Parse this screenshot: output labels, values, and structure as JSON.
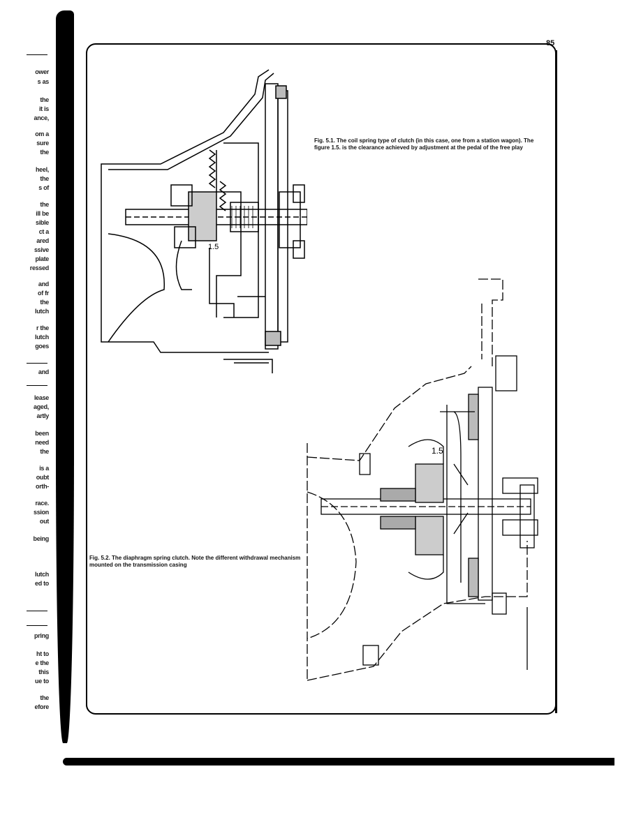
{
  "page": {
    "page_number": "85",
    "gutter_fragments": [
      "ower",
      "s as",
      "the",
      "it is",
      "ance,",
      "om a",
      "sure",
      "the",
      "heel,",
      "the",
      "s of",
      "the",
      "ill be",
      "sible",
      "ct a",
      "ared",
      "ssive",
      "plate",
      "ressed",
      "and",
      "of fr",
      "the",
      "lutch",
      "r the",
      "lutch",
      "goes",
      "and",
      "lease",
      "aged,",
      "artly",
      "been",
      "need",
      "the",
      "is a",
      "oubt",
      "orth-",
      "race.",
      "ssion",
      "out",
      "being",
      "lutch",
      "ed to",
      "pring",
      "ht to",
      "e the",
      "this",
      "ue to",
      "the",
      "efore"
    ],
    "figures": [
      {
        "caption": "Fig. 5.1. The coil spring type of clutch (in this case, one from a station wagon). The figure 1.5. is the clearance achieved by adjustment at the pedal of the free play",
        "callout": "1.5"
      },
      {
        "caption": "Fig. 5.2. The diaphragm spring clutch. Note the different withdrawal mechanism mounted on the transmission casing",
        "callout": "1.5"
      }
    ]
  }
}
